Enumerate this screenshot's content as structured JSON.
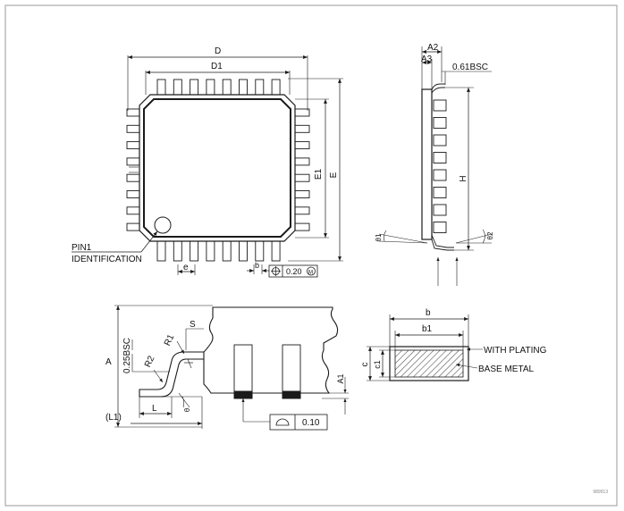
{
  "colors": {
    "line": "#1a1a1a",
    "frame": "#9a9a9a",
    "hatch": "#555555"
  },
  "top_view": {
    "dim_D": "D",
    "dim_D1": "D1",
    "dim_E": "E",
    "dim_E1": "E1",
    "dim_e": "e",
    "dim_b": "b",
    "pin1_line1": "PIN1",
    "pin1_line2": "IDENTIFICATION",
    "tolerance_value": "0.20",
    "tolerance_modifier": "M"
  },
  "side_view": {
    "dim_A2": "A2",
    "dim_A3": "A3",
    "dim_061": "0.61BSC",
    "dim_H": "H",
    "dim_theta1": "θ1",
    "dim_theta2": "θ2"
  },
  "lead_detail": {
    "dim_A": "A",
    "dim_025": "0.25BSC",
    "dim_R1": "R1",
    "dim_R2": "R2",
    "dim_S": "S",
    "dim_L": "L",
    "dim_L1": "(L1)",
    "dim_theta": "θ",
    "dim_A1": "A1",
    "flatness_value": "0.10"
  },
  "lead_section": {
    "dim_b": "b",
    "dim_b1": "b1",
    "dim_c": "c",
    "dim_c1": "c1",
    "with_plating": "WITH PLATING",
    "base_metal": "BASE METAL"
  },
  "footer": {
    "code": "989913"
  }
}
